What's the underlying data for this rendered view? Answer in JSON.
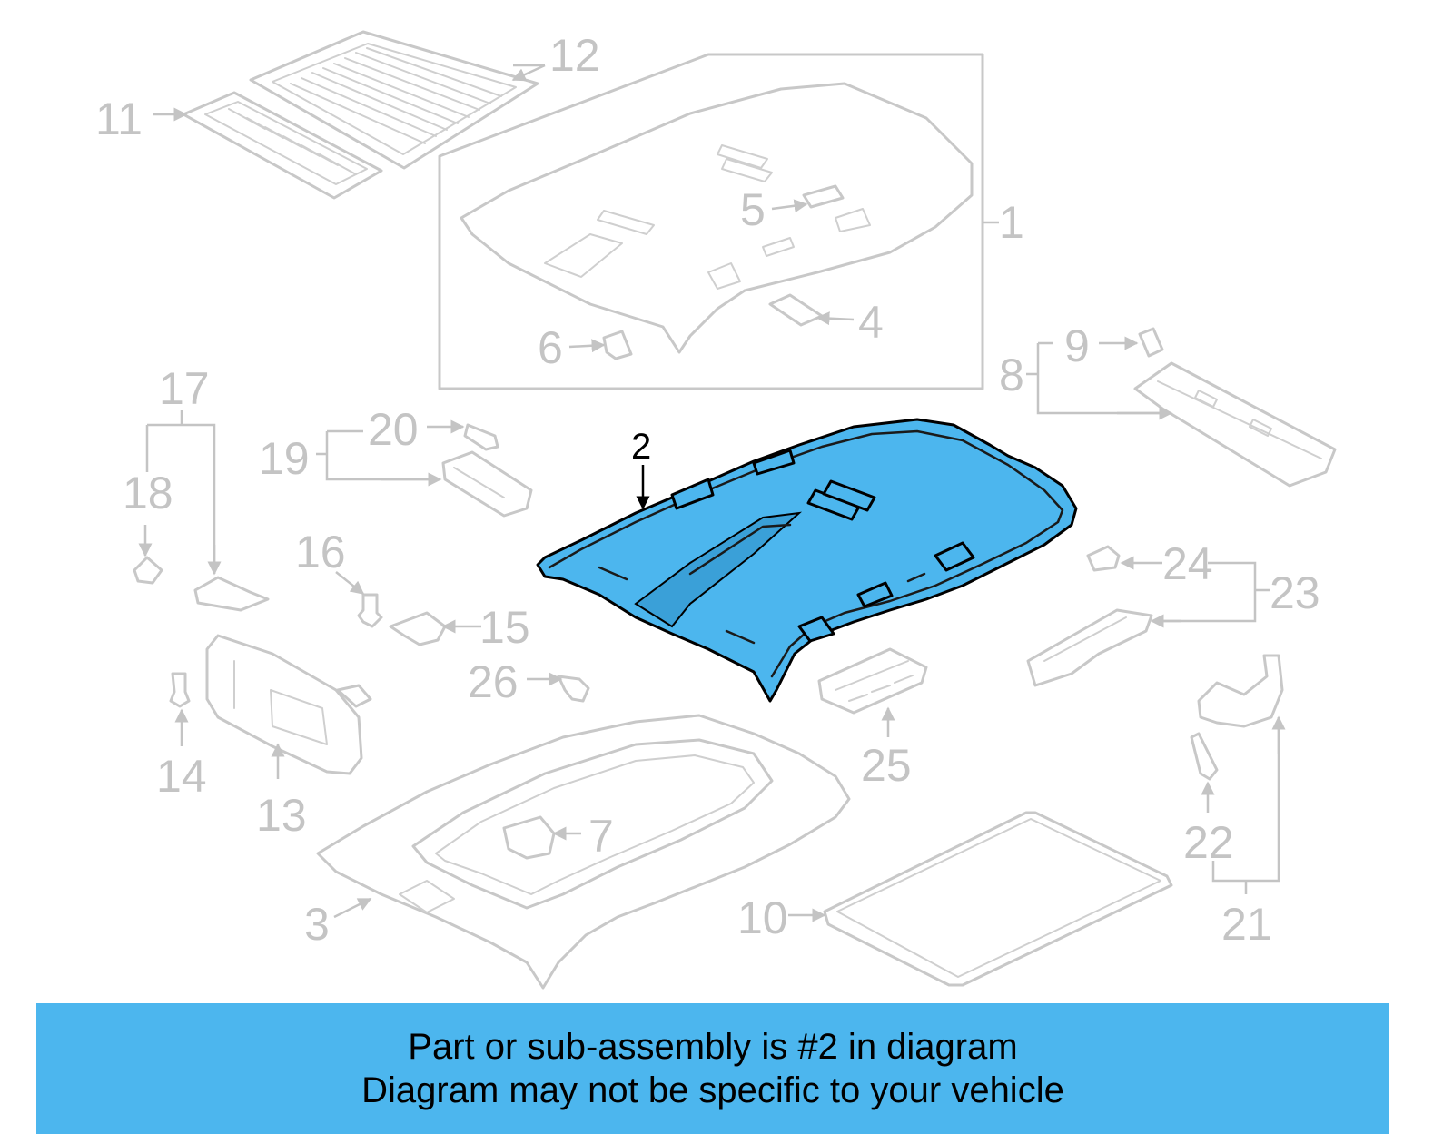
{
  "diagram": {
    "highlighted_part": "2",
    "highlight_color": "#4cb6ee",
    "ghost_color": "#c8c8c8",
    "callouts": {
      "c1": "1",
      "c2": "2",
      "c3": "3",
      "c4": "4",
      "c5": "5",
      "c6": "6",
      "c7": "7",
      "c8": "8",
      "c9": "9",
      "c10": "10",
      "c11": "11",
      "c12": "12",
      "c13": "13",
      "c14": "14",
      "c15": "15",
      "c16": "16",
      "c17": "17",
      "c18": "18",
      "c19": "19",
      "c20": "20",
      "c21": "21",
      "c22": "22",
      "c23": "23",
      "c24": "24",
      "c25": "25",
      "c26": "26"
    }
  },
  "banner": {
    "line1": "Part or sub-assembly is #2 in diagram",
    "line2": "Diagram may not be specific to your vehicle",
    "background": "#4cb6ee"
  }
}
